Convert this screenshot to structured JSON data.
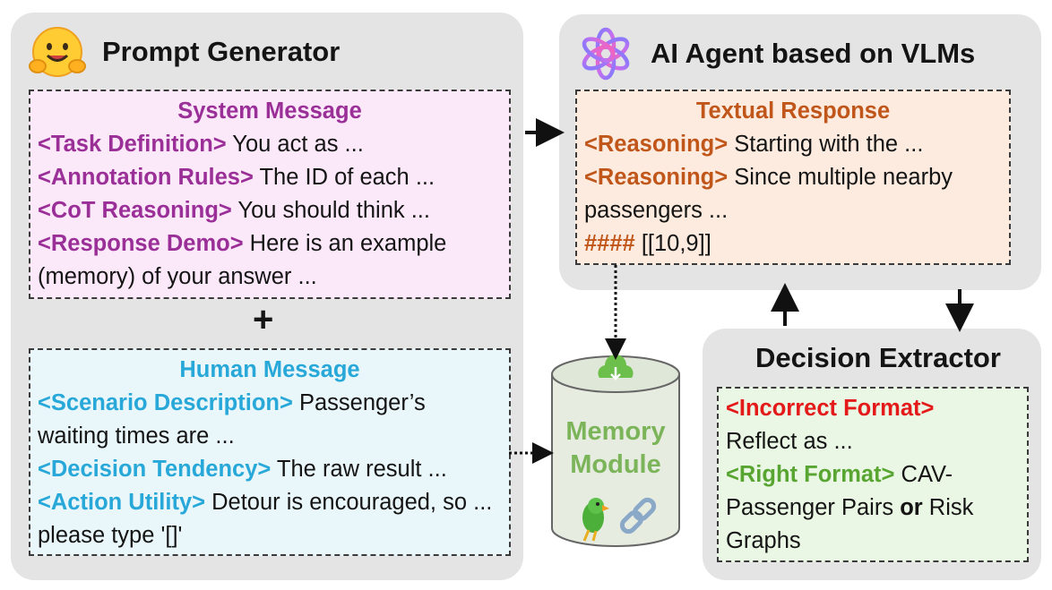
{
  "prompt_generator": {
    "title": "Prompt Generator",
    "icon": "hugging-face-emoji",
    "system_message": {
      "heading": "System Message",
      "lines": [
        {
          "tag": "<Task Definition>",
          "text": " You act as ..."
        },
        {
          "tag": "<Annotation Rules>",
          "text": " The ID of each ..."
        },
        {
          "tag": "<CoT Reasoning>",
          "text": " You should think ..."
        },
        {
          "tag": "<Response Demo>",
          "text": " Here is an example (memory) of your answer ..."
        }
      ]
    },
    "plus": "+",
    "human_message": {
      "heading": "Human Message",
      "lines": [
        {
          "tag": "<Scenario Description>",
          "text": " Passenger’s waiting times are ..."
        },
        {
          "tag": "<Decision Tendency>",
          "text": " The raw result ..."
        },
        {
          "tag": "<Action Utility>",
          "text": " Detour is encouraged, so ... please type '[]'"
        }
      ]
    }
  },
  "ai_agent": {
    "title": "AI Agent based on VLMs",
    "icon": "openai-logo",
    "textual_response": {
      "heading": "Textual Response",
      "lines": [
        {
          "tag": "<Reasoning>",
          "text": " Starting with the ..."
        },
        {
          "tag": "<Reasoning>",
          "text": " Since multiple nearby passengers ..."
        },
        {
          "tag": "####",
          "text": " [[10,9]]"
        }
      ]
    }
  },
  "memory_module": {
    "label_line1": "Memory",
    "label_line2": "Module",
    "icons": [
      "download-cloud-icon",
      "parrot-emoji",
      "chain-link-icon"
    ]
  },
  "decision_extractor": {
    "title": "Decision Extractor",
    "incorrect_tag": "<Incorrect Format>",
    "incorrect_text": "Reflect as ...",
    "right_tag": "<Right Format>",
    "right_text_1": " CAV-Passenger Pairs ",
    "right_or": "or",
    "right_text_2": " Risk Graphs"
  },
  "colors": {
    "panel": "#e4e4e4",
    "system": "#9b2f98",
    "human": "#28a8d8",
    "response": "#c0561a",
    "incorrect": "#e41a1a",
    "right": "#58a532",
    "memory": "#7cb45a"
  }
}
